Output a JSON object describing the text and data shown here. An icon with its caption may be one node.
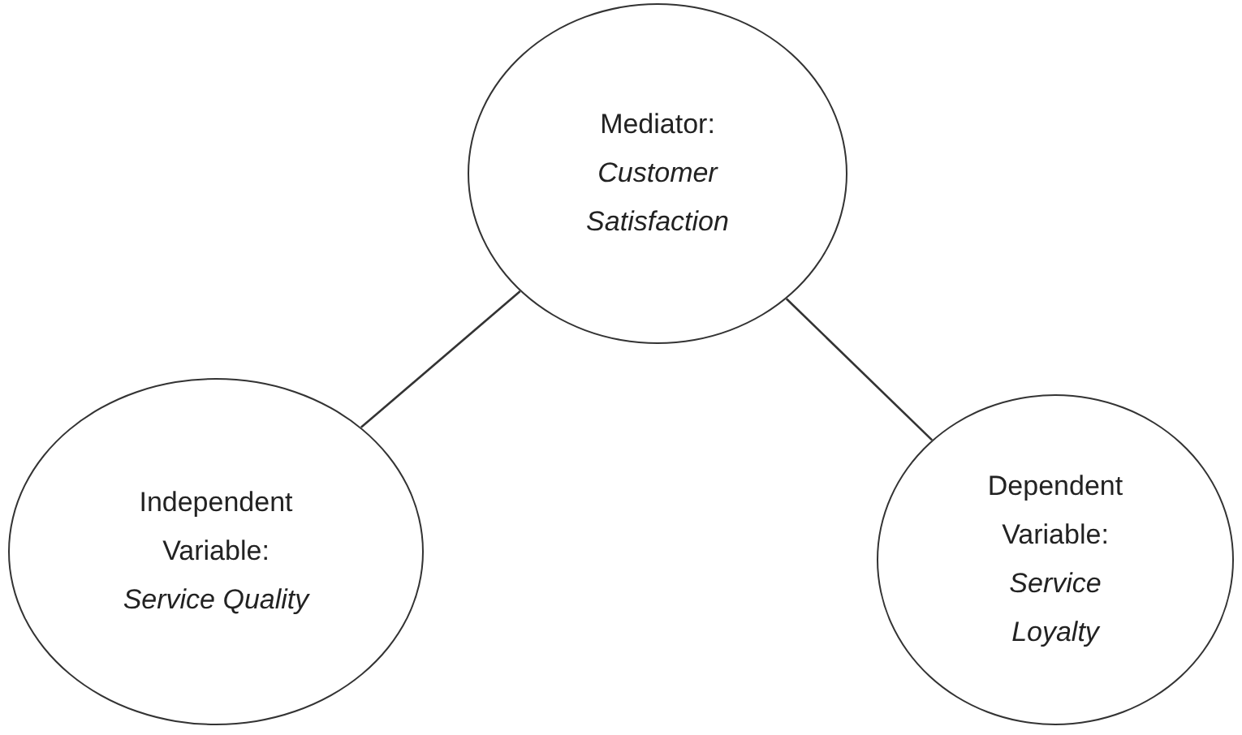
{
  "diagram": {
    "nodes": [
      {
        "text": [
          "Mediator:",
          "Customer Satisfaction"
        ]
      },
      {
        "text": [
          "Independent Variable:",
          "Service Quality"
        ]
      },
      {
        "text": [
          "Dependent Variable:",
          "Service Loyalty"
        ]
      }
    ],
    "edges": [
      {
        "from": 0,
        "to": 1,
        "arrow": "none"
      },
      {
        "from": 0,
        "to": 2,
        "arrow": "none"
      }
    ]
  }
}
